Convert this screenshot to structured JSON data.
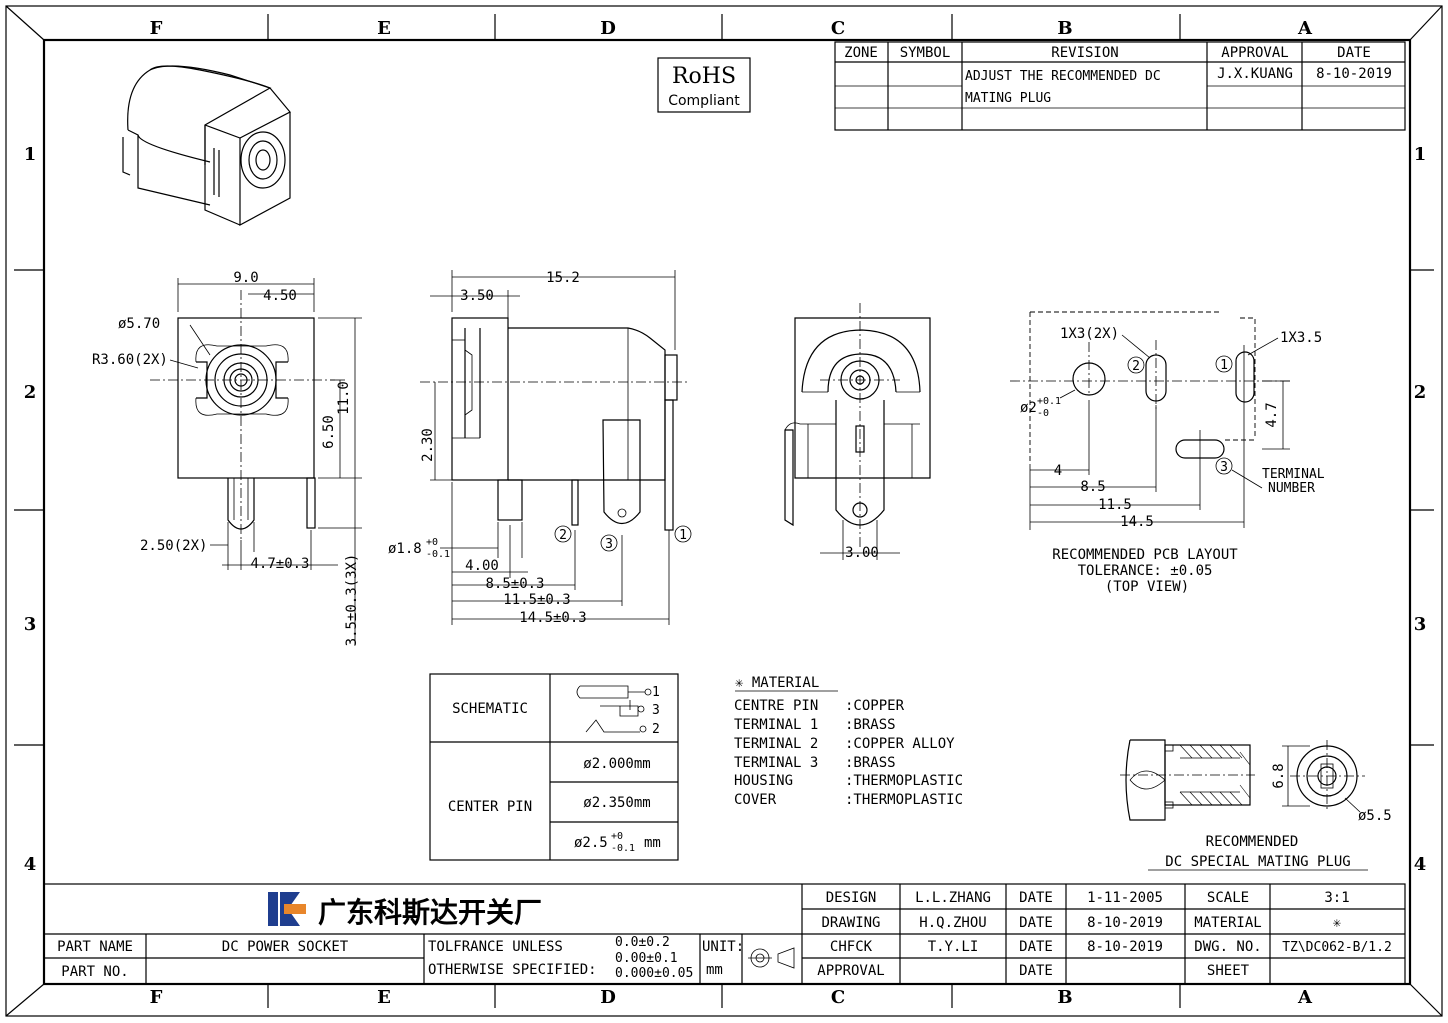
{
  "border": {
    "columns": [
      "F",
      "E",
      "D",
      "C",
      "B",
      "A"
    ],
    "rows": [
      "1",
      "2",
      "3",
      "4"
    ]
  },
  "rohs": {
    "line1": "RoHS",
    "line2": "Compliant"
  },
  "revision_table": {
    "headers": [
      "ZONE",
      "SYMBOL",
      "REVISION",
      "APPROVAL",
      "DATE"
    ],
    "row": {
      "revision_line1": "ADJUST THE RECOMMENDED DC",
      "revision_line2": "MATING PLUG",
      "approval": "J.X.KUANG",
      "date": "8-10-2019"
    }
  },
  "front_view": {
    "dim_9": "9.0",
    "dim_4_50": "4.50",
    "dim_d570": "ø5.70",
    "dim_r360": "R3.60(2X)",
    "dim_11": "11.0",
    "dim_650": "6.50",
    "dim_250": "2.50(2X)",
    "dim_47": "4.7±0.3",
    "dim_35": "3.5±0.3(3X)"
  },
  "side_view": {
    "dim_152": "15.2",
    "dim_350": "3.50",
    "dim_230": "2.30",
    "dim_d18": "ø1.8",
    "dim_d18_tol_upper": "+0",
    "dim_d18_tol_lower": "-0.1",
    "dim_400": "4.00",
    "dim_85": "8.5±0.3",
    "dim_115": "11.5±0.3",
    "dim_145": "14.5±0.3",
    "pin1": "1",
    "pin2": "2",
    "pin3": "3"
  },
  "rear_view": {
    "dim_300": "3.00"
  },
  "pcb_layout": {
    "label_1x3": "1X3(2X)",
    "label_1x35": "1X3.5",
    "dim_d2": "ø2",
    "dim_d2_tol_upper": "+0.1",
    "dim_d2_tol_lower": "-0",
    "dim_47": "4.7",
    "dim_4": "4",
    "dim_85": "8.5",
    "dim_115": "11.5",
    "dim_145": "14.5",
    "terminal_number_line1": "TERMINAL",
    "terminal_number_line2": "NUMBER",
    "caption1": "RECOMMENDED PCB LAYOUT",
    "caption2": "TOLERANCE: ±0.05",
    "caption3": "(TOP VIEW)",
    "pin1": "1",
    "pin2": "2",
    "pin3": "3"
  },
  "schematic_table": {
    "schematic_label": "SCHEMATIC",
    "center_pin_label": "CENTER PIN",
    "options": [
      "ø2.000mm",
      "ø2.350mm"
    ],
    "option3_prefix": "ø2.5",
    "option3_upper": "+0",
    "option3_lower": "-0.1",
    "option3_unit": "mm",
    "pins": [
      "1",
      "3",
      "2"
    ]
  },
  "material": {
    "title": "✳ MATERIAL",
    "items": [
      {
        "part": "CENTRE PIN",
        "value": ":COPPER"
      },
      {
        "part": "TERMINAL 1",
        "value": ":BRASS"
      },
      {
        "part": "TERMINAL 2",
        "value": ":COPPER ALLOY"
      },
      {
        "part": "TERMINAL 3",
        "value": ":BRASS"
      },
      {
        "part": "HOUSING",
        "value": ":THERMOPLASTIC"
      },
      {
        "part": "COVER",
        "value": ":THERMOPLASTIC"
      }
    ]
  },
  "mating_plug": {
    "dim_68": "6.8",
    "dim_d55": "ø5.5",
    "caption1": "RECOMMENDED",
    "caption2": "DC SPECIAL MATING PLUG"
  },
  "title_block": {
    "company": "广东科斯达开关厂",
    "part_name_label": "PART NAME",
    "part_name": "DC POWER SOCKET",
    "part_no_label": "PART NO.",
    "tolerance_line1": "TOLFRANCE UNLESS",
    "tolerance_line2": "OTHERWISE SPECIFIED:",
    "tol1": "0.0±0.2",
    "tol2": "0.00±0.1",
    "tol3": "0.000±0.05",
    "unit_label": "UNIT:",
    "unit": "mm",
    "rows": [
      {
        "label": "DESIGN",
        "name": "L.L.ZHANG",
        "date_label": "DATE",
        "date": "1-11-2005",
        "k": "SCALE",
        "v": "3:1"
      },
      {
        "label": "DRAWING",
        "name": "H.Q.ZHOU",
        "date_label": "DATE",
        "date": "8-10-2019",
        "k": "MATERIAL",
        "v": "✳"
      },
      {
        "label": "CHFCK",
        "name": "T.Y.LI",
        "date_label": "DATE",
        "date": "8-10-2019",
        "k": "DWG. NO.",
        "v": "TZ\\DC062-B/1.2"
      },
      {
        "label": "APPROVAL",
        "name": "",
        "date_label": "DATE",
        "date": "",
        "k": "SHEET",
        "v": ""
      }
    ]
  }
}
